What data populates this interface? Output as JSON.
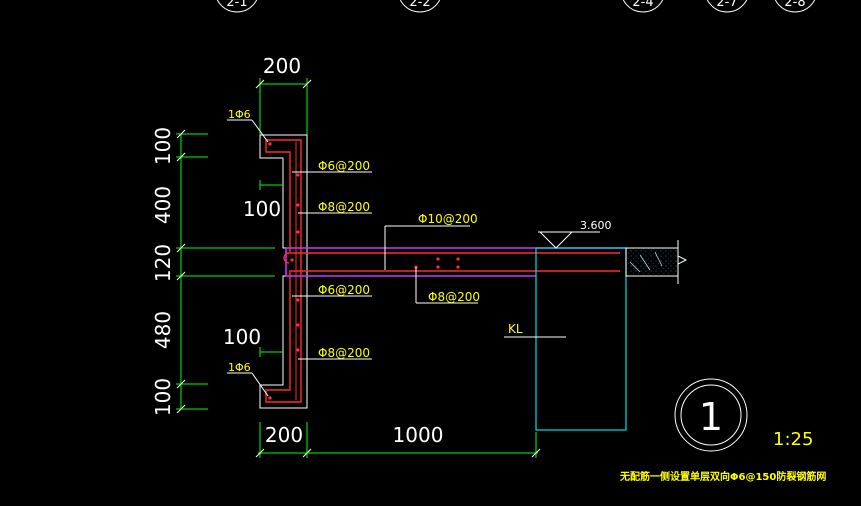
{
  "axis_bubbles": [
    "2-1",
    "2-2",
    "2-4",
    "2-7",
    "2-8"
  ],
  "dimensions": {
    "top_width": "200",
    "left_100": "100",
    "left_400": "400",
    "left_120": "120",
    "left_480": "480",
    "left_100_bottom": "100",
    "inner_100_top": "100",
    "inner_100_bottom": "100",
    "bottom_200": "200",
    "bottom_1000": "1000"
  },
  "rebar_labels": {
    "top_corner": "1Φ6",
    "bottom_corner": "1Φ6",
    "upper_stirrup": "Φ6@200",
    "upper_vertical": "Φ8@200",
    "slab_top": "Φ10@200",
    "slab_bottom": "Φ8@200",
    "lower_stirrup": "Φ6@200",
    "lower_vertical": "Φ8@200"
  },
  "elevation": "3.600",
  "beam_label": "KL",
  "detail": {
    "number": "1",
    "scale": "1:25"
  },
  "note": "无配筋一侧设置单层双向Φ6@150防裂钢筋网"
}
